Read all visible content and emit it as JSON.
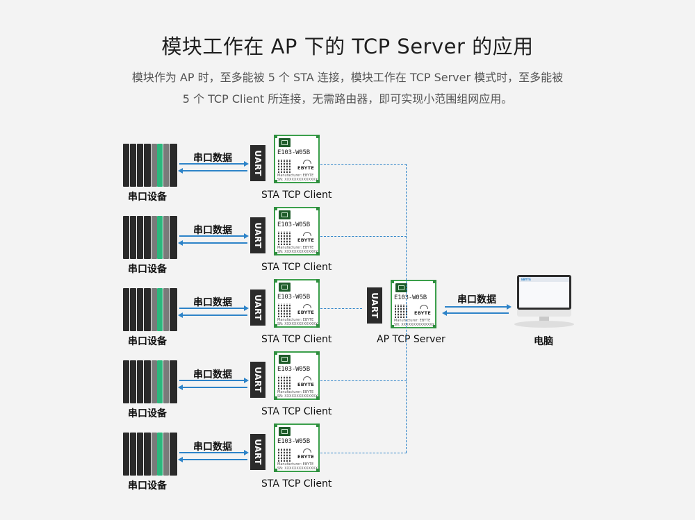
{
  "title": "模块工作在 AP 下的 TCP Server 的应用",
  "description": {
    "line1": "模块作为 AP 时，至多能被 5 个 STA 连接，模块工作在 TCP Server 模式时，至多能被",
    "line2": "5 个 TCP Client 所连接，无需路由器，即可实现小范围组网应用。"
  },
  "rows": [
    {
      "device_label": "串口设备",
      "link_label": "串口数据",
      "uart_label": "UART",
      "client_label": "STA TCP Client"
    },
    {
      "device_label": "串口设备",
      "link_label": "串口数据",
      "uart_label": "UART",
      "client_label": "STA TCP Client"
    },
    {
      "device_label": "串口设备",
      "link_label": "串口数据",
      "uart_label": "UART",
      "client_label": "STA TCP Client"
    },
    {
      "device_label": "串口设备",
      "link_label": "串口数据",
      "uart_label": "UART",
      "client_label": "STA TCP Client"
    },
    {
      "device_label": "串口设备",
      "link_label": "串口数据",
      "uart_label": "UART",
      "client_label": "STA TCP Client"
    }
  ],
  "module": {
    "model": "E103-W05B",
    "brand": "EBYTE",
    "manufacturer": "Manufacturer: EBYTE",
    "sn": "SN: XXXXXXXXXXXXXX"
  },
  "server": {
    "uart_label": "UART",
    "label": "AP TCP Server",
    "link_label": "串口数据"
  },
  "computer": {
    "label": "电脑",
    "screen_logo": "EBYTE"
  },
  "colors": {
    "link": "#2d83c8",
    "module_border": "#3b9f4b",
    "device_accent": "#2bb77c"
  }
}
